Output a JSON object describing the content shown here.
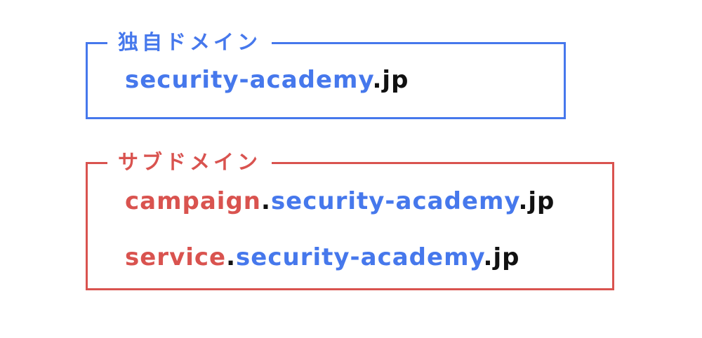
{
  "colors": {
    "blue": "#4678EC",
    "red": "#D9534F",
    "dark": "#111111",
    "background": "#FFFFFF"
  },
  "custom_domain_box": {
    "title": "独自ドメイン",
    "domains": [
      {
        "parts": [
          {
            "text": "security-academy",
            "color": "blue"
          },
          {
            "text": ".jp",
            "color": "dark"
          }
        ]
      }
    ]
  },
  "subdomain_box": {
    "title": "サブドメイン",
    "domains": [
      {
        "parts": [
          {
            "text": "campaign",
            "color": "red"
          },
          {
            "text": ".",
            "color": "dark"
          },
          {
            "text": "security-academy",
            "color": "blue"
          },
          {
            "text": ".jp",
            "color": "dark"
          }
        ]
      },
      {
        "parts": [
          {
            "text": "service",
            "color": "red"
          },
          {
            "text": ".",
            "color": "dark"
          },
          {
            "text": "security-academy",
            "color": "blue"
          },
          {
            "text": ".jp",
            "color": "dark"
          }
        ]
      }
    ]
  }
}
